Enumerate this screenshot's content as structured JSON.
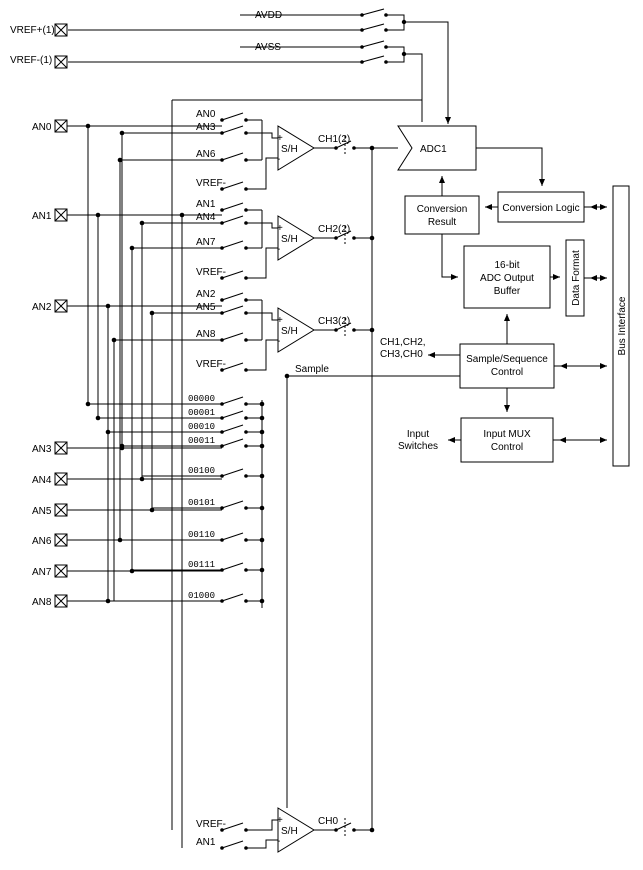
{
  "supply": {
    "vref_plus": "VREF+(1)",
    "vref_minus": "VREF-(1)",
    "avdd": "AVDD",
    "avss": "AVSS"
  },
  "pins": [
    "AN0",
    "AN1",
    "AN2",
    "AN3",
    "AN4",
    "AN5",
    "AN6",
    "AN7",
    "AN8"
  ],
  "sh_channels": [
    {
      "name": "CH1(2)",
      "inputs": [
        "AN0",
        "AN3",
        "AN6",
        "VREF-"
      ],
      "amp": "S/H"
    },
    {
      "name": "CH2(2)",
      "inputs": [
        "AN1",
        "AN4",
        "AN7",
        "VREF-"
      ],
      "amp": "S/H"
    },
    {
      "name": "CH3(2)",
      "inputs": [
        "AN2",
        "AN5",
        "AN8",
        "VREF-"
      ],
      "amp": "S/H"
    },
    {
      "name": "CH0",
      "inputs": [
        "VREF-",
        "AN1"
      ],
      "amp": "S/H"
    }
  ],
  "mux_codes": [
    "00000",
    "00001",
    "00010",
    "00011",
    "00100",
    "00101",
    "00110",
    "00111",
    "01000"
  ],
  "blocks": {
    "adc": "ADC1",
    "conversion_logic": "Conversion Logic",
    "conversion_result": [
      "Conversion",
      "Result"
    ],
    "output_buffer": [
      "16-bit",
      "ADC Output",
      "Buffer"
    ],
    "data_format": "Data Format",
    "sample_sequence": [
      "Sample/Sequence",
      "Control"
    ],
    "input_mux": [
      "Input MUX",
      "Control"
    ],
    "bus_interface": "Bus Interface"
  },
  "signals": {
    "sample": "Sample",
    "ch_list": [
      "CH1,CH2,",
      "CH3,CH0"
    ],
    "input_switches": [
      "Input",
      "Switches"
    ]
  }
}
